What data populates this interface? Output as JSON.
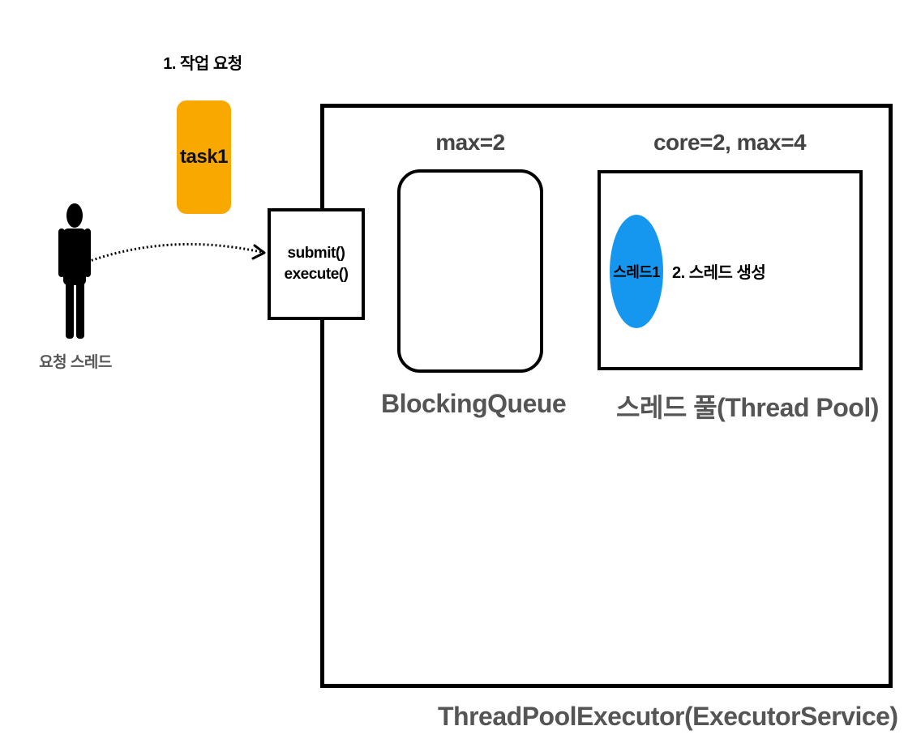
{
  "request": {
    "step_label": "1. 작업 요청",
    "task_label": "task1",
    "requester_label": "요청 스레드"
  },
  "executor": {
    "api_methods": [
      "submit()",
      "execute()"
    ],
    "label": "ThreadPoolExecutor(ExecutorService)"
  },
  "queue": {
    "capacity": "max=2",
    "label": "BlockingQueue"
  },
  "pool": {
    "capacity": "core=2, max=4",
    "label": "스레드 풀(Thread Pool)",
    "threads": [
      "스레드1"
    ],
    "step_label": "2. 스레드 생성"
  },
  "colors": {
    "task": "#F9A800",
    "thread": "#1597F0"
  },
  "icons": {
    "requester": "person-icon",
    "arrow": "dotted-arrow"
  }
}
